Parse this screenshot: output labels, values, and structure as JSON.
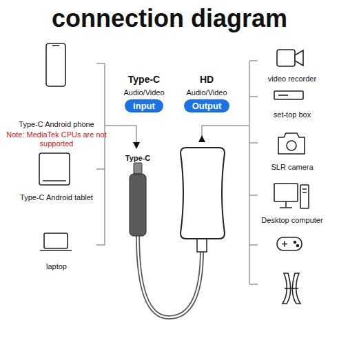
{
  "diagram": {
    "title": "connection diagram",
    "nodes": [
      {
        "text": [
          "Type-C",
          "Audio/Video",
          "input"
        ]
      },
      {
        "text": [
          "HD",
          "Audio/Video",
          "Output"
        ]
      }
    ],
    "labels": [
      "Type-C Android phone",
      "Note: MediaTek CPUs are not supported",
      "Type-C Android tablet",
      "laptop",
      "Type-C",
      "video recorder",
      "set-top box",
      "SLR camera",
      "Desktop computer"
    ]
  }
}
